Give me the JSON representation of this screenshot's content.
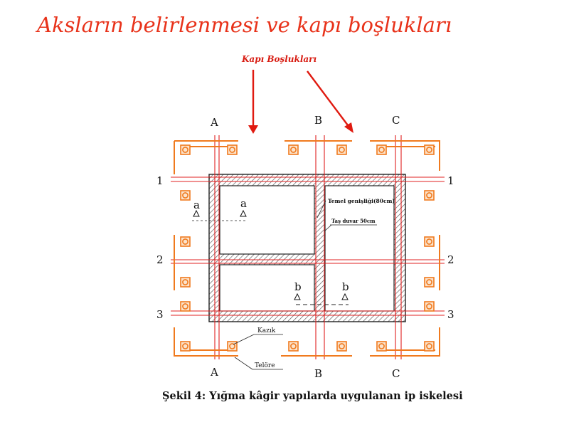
{
  "slide": {
    "title": "Aksların belirlenmesi ve kapı boşlukları",
    "callout_label": "Kapı Boşlukları",
    "caption": "Şekil 4: Yığma kâgir yapılarda uygulanan ip iskelesi"
  },
  "drawing": {
    "axes_top": [
      "A",
      "B",
      "C"
    ],
    "axes_bottom": [
      "A",
      "B",
      "C"
    ],
    "rows_left": [
      "1",
      "2",
      "3"
    ],
    "rows_right": [
      "1",
      "2",
      "3"
    ],
    "section_marks": {
      "a_left": "a",
      "a_right": "a",
      "b_left": "b",
      "b_right": "b"
    },
    "notes": {
      "foundation_width": "Temel genişliği(80cm)",
      "wall_thickness": "Taş duvar 50cm"
    },
    "tags": {
      "stake": "Kazık",
      "batter_board": "Telöre"
    }
  },
  "colors": {
    "title": "#e8321a",
    "arrow": "#e01a10",
    "axis_line": "#e02020",
    "scaffold": "#f07a1e",
    "wall_hatch": "#555555",
    "ink": "#111111"
  }
}
